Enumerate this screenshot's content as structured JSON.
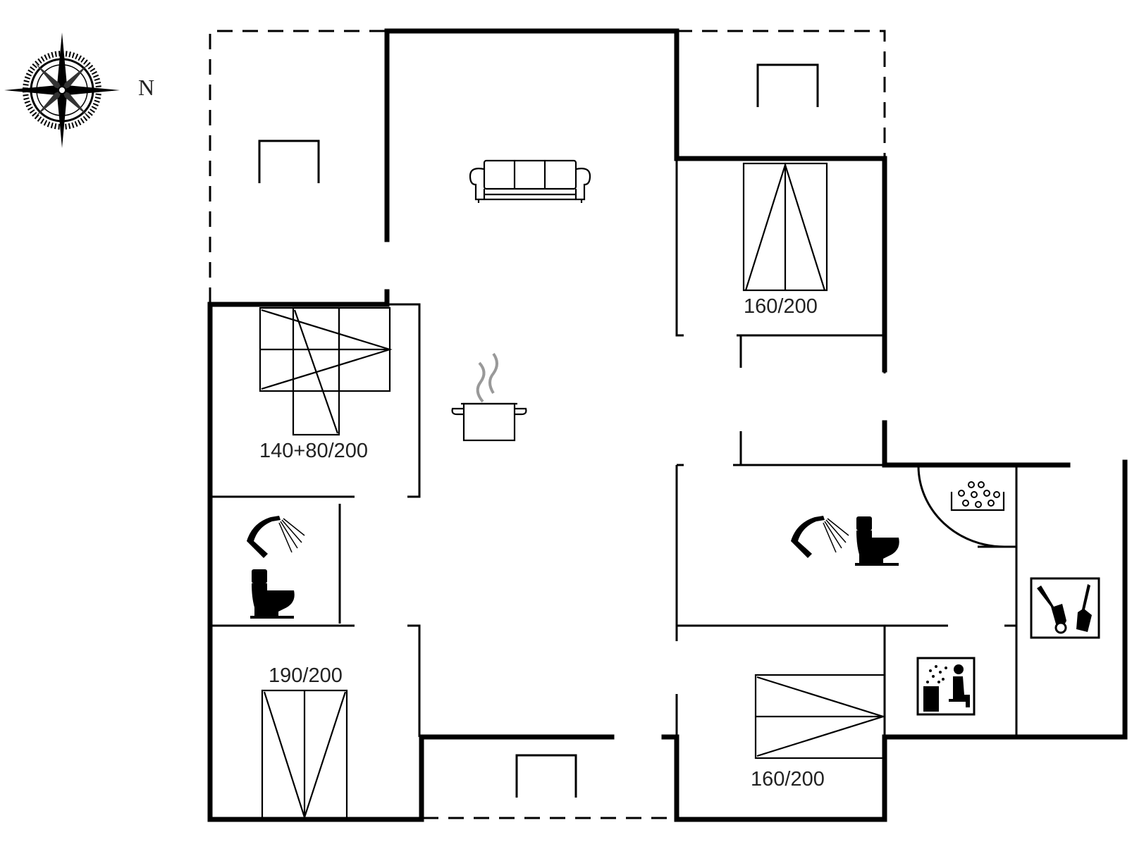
{
  "compass": {
    "north_label": "N"
  },
  "labels": {
    "bed_ne": "160/200",
    "bed_nw": "140+80/200",
    "bed_sw": "190/200",
    "bed_se": "160/200"
  },
  "icons": [
    "compass-rose-icon",
    "sofa-icon",
    "cooking-pot-icon",
    "shower-icon",
    "toilet-icon",
    "washing-machine-icon",
    "cleaning-tools-icon",
    "sauna-icon",
    "double-bed-icon",
    "bunk-bed-icon"
  ]
}
